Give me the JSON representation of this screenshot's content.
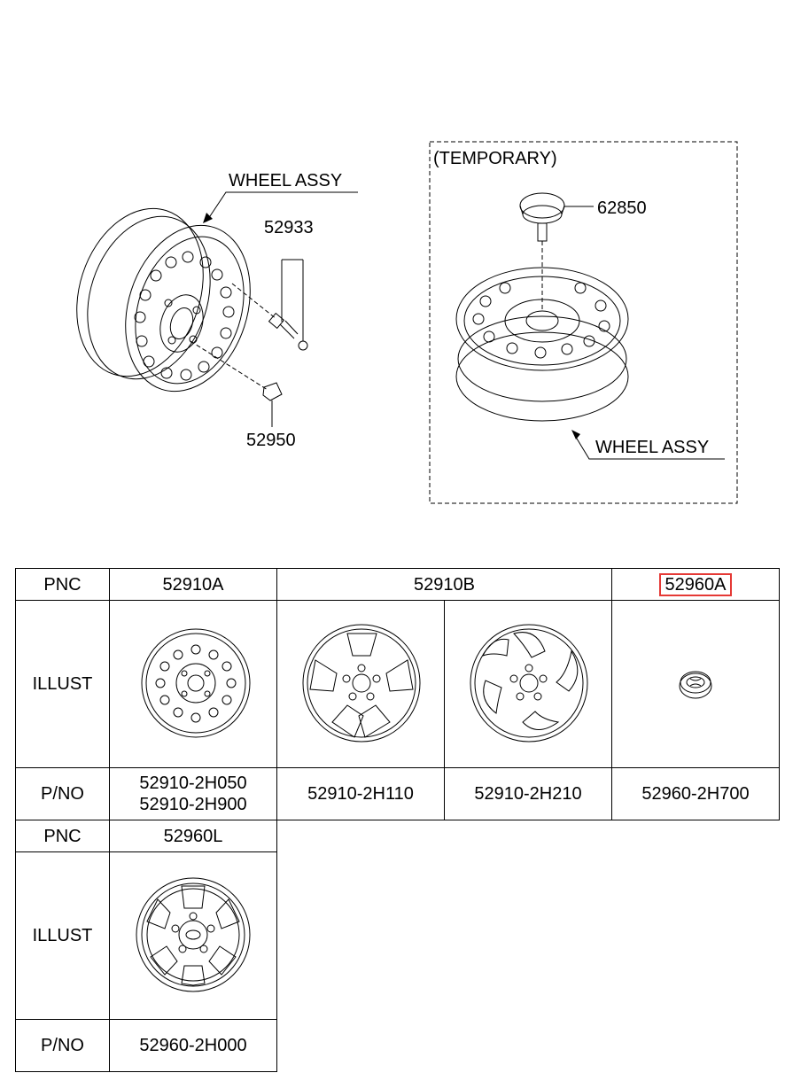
{
  "diagram": {
    "left_assembly": {
      "wheel_label": "WHEEL ASSY",
      "valve_pnc": "52933",
      "nut_pnc": "52950"
    },
    "temporary_assembly": {
      "box_label": "(TEMPORARY)",
      "holder_pnc": "62850",
      "wheel_label": "WHEEL ASSY"
    }
  },
  "table1": {
    "pnc_header": "PNC",
    "illust_header": "ILLUST",
    "pno_header": "P/NO",
    "pnc_52910a": "52910A",
    "pnc_52910b": "52910B",
    "pnc_52960a": "52960A",
    "pno_steel_1": "52910-2H050",
    "pno_steel_2": "52910-2H900",
    "pno_alloy_5spoke": "52910-2H110",
    "pno_alloy_swirl": "52910-2H210",
    "pno_center_cap": "52960-2H700",
    "highlight_color": "#e53935"
  },
  "table2": {
    "pnc_header": "PNC",
    "illust_header": "ILLUST",
    "pno_header": "P/NO",
    "pnc_52960l": "52960L",
    "pno_cover": "52960-2H000"
  }
}
